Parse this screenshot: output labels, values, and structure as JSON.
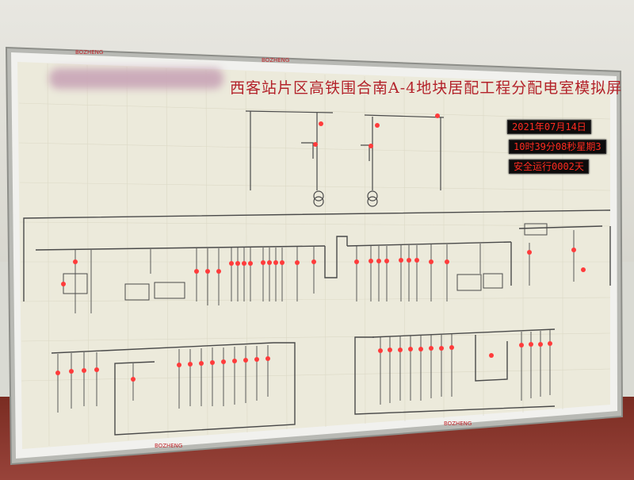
{
  "board": {
    "title": "西客站片区高铁围合南A-4地块居配工程分配电室模拟屏",
    "display_date": "2021年07月14日",
    "display_time": "10时39分08秒星期3",
    "display_safe": "安全运行0002天",
    "brand": "BOZHENG"
  },
  "colors": {
    "board_bg": "#eceadb",
    "line": "#4a4a4a",
    "indicator": "#ff3b3b",
    "title": "#b3222a"
  }
}
